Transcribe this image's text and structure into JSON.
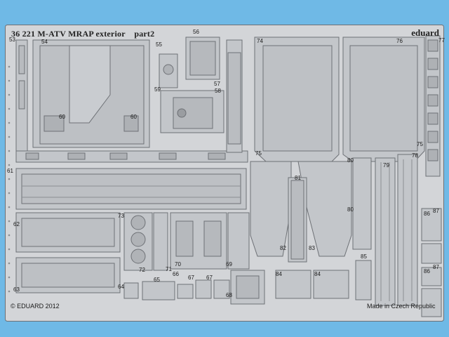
{
  "sheet": {
    "code": "36 221",
    "title": "M-ATV MRAP exterior",
    "subtitle": "part2",
    "brand": "eduard",
    "copyright": "© EDUARD 2012",
    "origin": "Made in Czech Republic"
  },
  "colors": {
    "background": "#6fb9e6",
    "fret": "#d3d5d8",
    "part": "#c3c6ca",
    "outline": "#6e7176"
  },
  "part_numbers": [
    "53",
    "54",
    "55",
    "56",
    "57",
    "58",
    "59",
    "60",
    "60",
    "74",
    "76",
    "77",
    "61",
    "62",
    "63",
    "64",
    "65",
    "66",
    "67",
    "67",
    "68",
    "69",
    "70",
    "71",
    "72",
    "73",
    "75",
    "75",
    "78",
    "79",
    "80",
    "80",
    "81",
    "82",
    "83",
    "84",
    "84",
    "85",
    "86",
    "86",
    "87",
    "87"
  ]
}
